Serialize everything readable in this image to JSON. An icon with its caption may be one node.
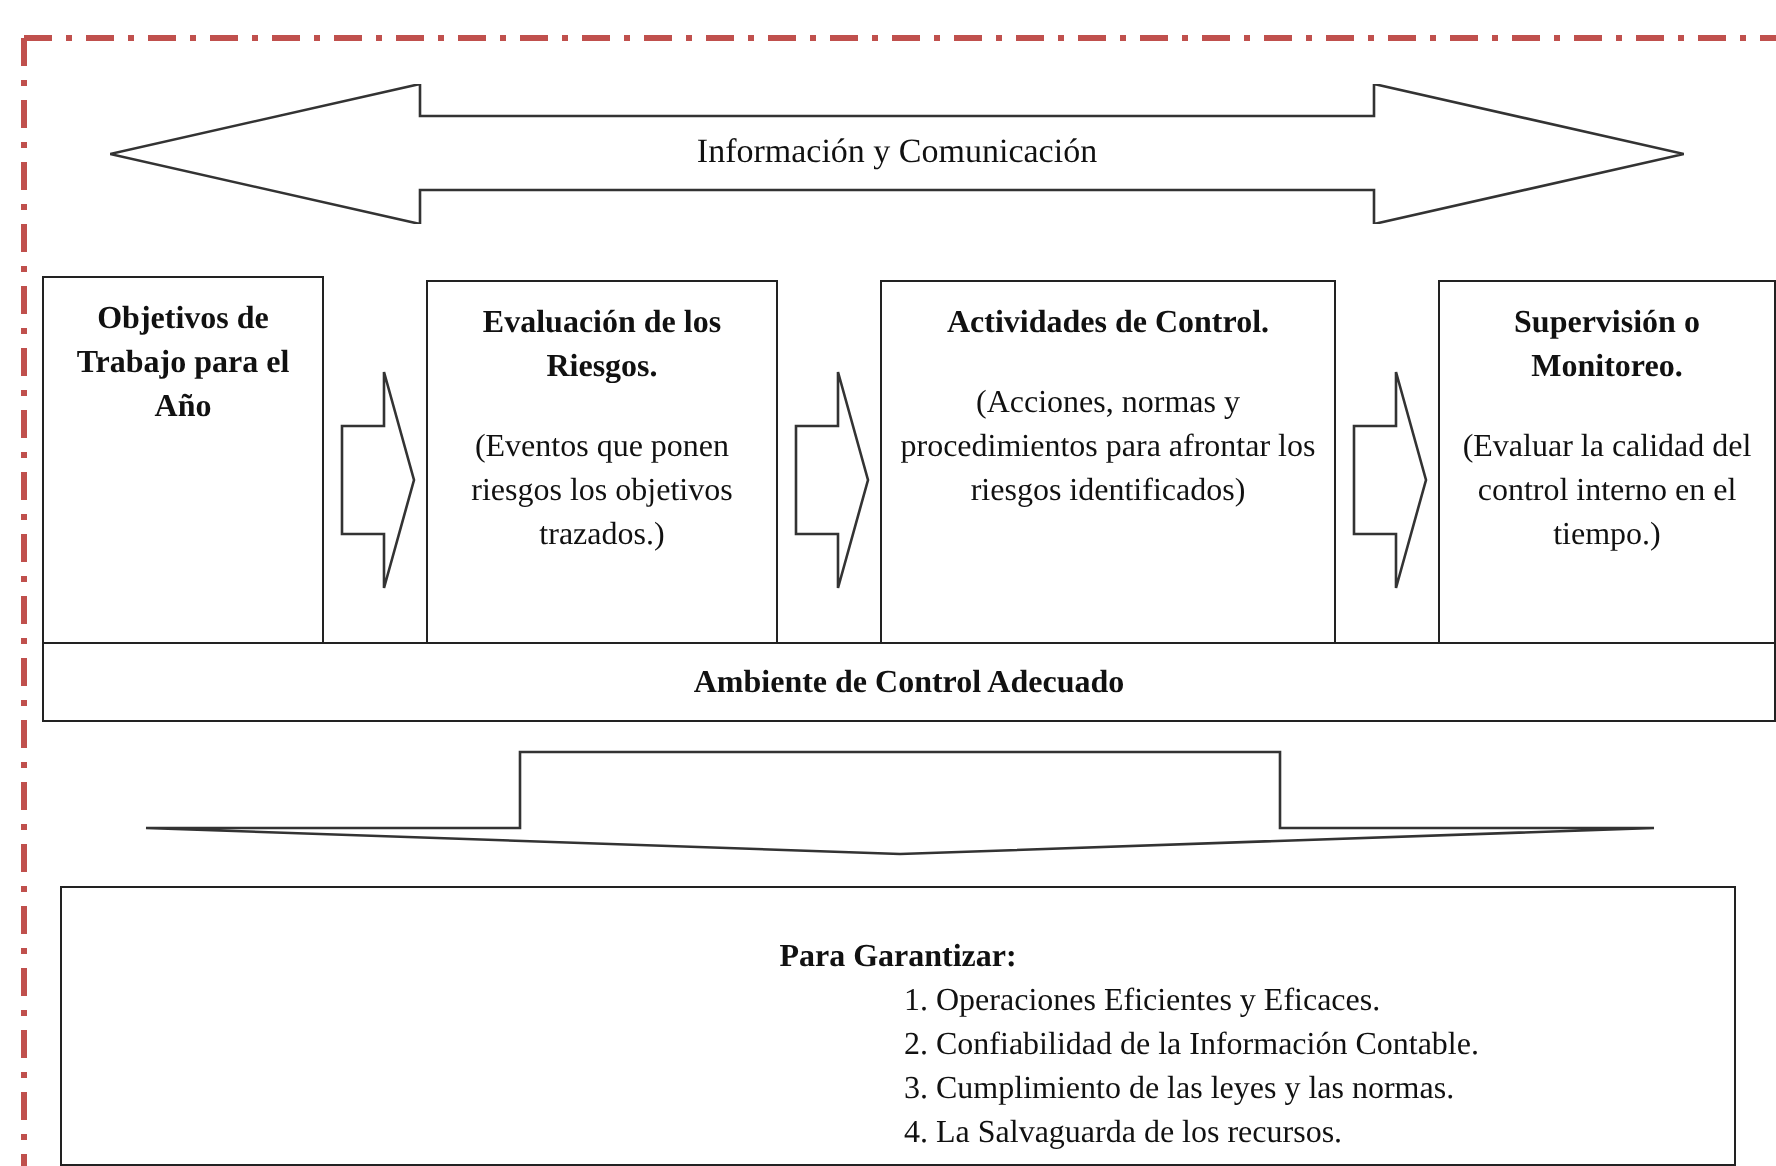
{
  "diagram": {
    "nodes": [
      {
        "text": [
          "Información y Comunicación"
        ]
      },
      {
        "text": [
          "Objetivos de Trabajo para el Año"
        ]
      },
      {
        "text": [
          "Evaluación de los Riesgos.",
          "(Eventos que ponen riesgos los objetivos trazados.)"
        ]
      },
      {
        "text": [
          "Actividades de Control.",
          "(Acciones, normas y procedimientos para afrontar los riesgos identificados)"
        ]
      },
      {
        "text": [
          "Supervisión o Monitoreo.",
          "(Evaluar la calidad del control interno en el tiempo.)"
        ]
      },
      {
        "text": [
          "Ambiente de Control Adecuado"
        ]
      },
      {
        "text": [
          "Para Garantizar:",
          "1. Operaciones Eficientes y Eficaces.",
          "2. Confiabilidad de la Información Contable.",
          "3. Cumplimiento de las leyes y las normas.",
          "4. La Salvaguarda de los recursos."
        ]
      }
    ],
    "edges": [
      {
        "from": 1,
        "to": 2,
        "arrow": "to"
      },
      {
        "from": 2,
        "to": 3,
        "arrow": "to"
      },
      {
        "from": 3,
        "to": 4,
        "arrow": "to"
      },
      {
        "from": 5,
        "to": 6,
        "arrow": "to"
      }
    ]
  }
}
